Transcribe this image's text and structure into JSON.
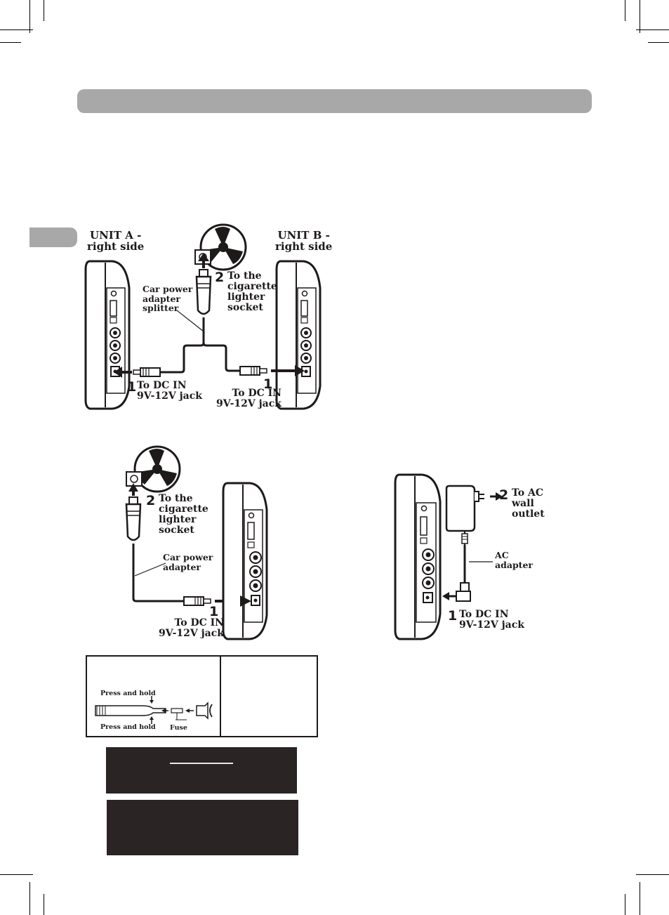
{
  "page": {
    "header_bar_text": "",
    "side_tab_text": ""
  },
  "diagram_dual": {
    "unit_a_label": "UNIT A -\nright side",
    "unit_b_label": "UNIT B -\nright side",
    "splitter_label": "Car power\nadapter\nsplitter",
    "step2_number": "2",
    "step2_text": "To the\ncigarette\nlighter\nsocket",
    "step1a_number": "1",
    "step1a_text": "To DC IN\n9V-12V jack",
    "step1b_number": "1",
    "step1b_text": "To DC IN\n9V-12V jack"
  },
  "diagram_car": {
    "step2_number": "2",
    "step2_text": "To the\ncigarette\nlighter\nsocket",
    "adapter_label": "Car power\nadapter",
    "step1_number": "1",
    "step1_text": "To DC IN\n9V-12V jack"
  },
  "diagram_ac": {
    "step2_number": "2",
    "step2_text": "To AC\nwall\noutlet",
    "adapter_label": "AC\nadapter",
    "step1_number": "1",
    "step1_text": "To DC IN\n9V-12V jack"
  },
  "fuse_box": {
    "press_hold_top": "Press and hold",
    "press_hold_bottom": "Press and hold",
    "fuse_label": "Fuse"
  },
  "icons": {
    "fan": "fan-icon",
    "plug": "car-plug-icon",
    "arrow": "arrow-icon"
  },
  "colors": {
    "header_bar": "#a8a8a8",
    "ink": "#1e1a1a",
    "dark_box": "#2b2424"
  }
}
